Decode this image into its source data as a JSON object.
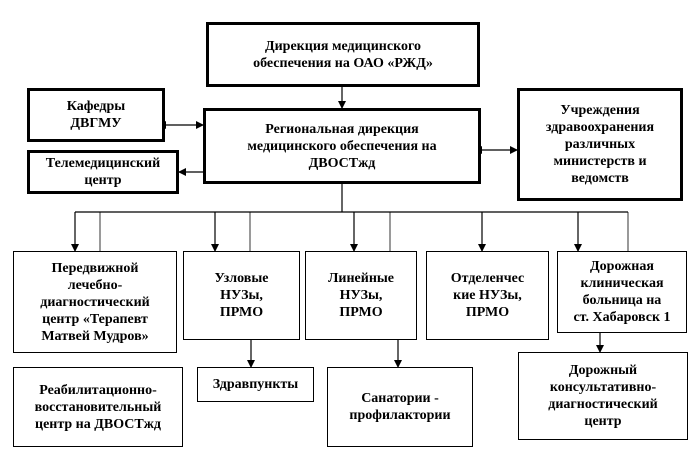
{
  "boxes": {
    "directorate": "Дирекция медицинского\nобеспечения на ОАО «РЖД»",
    "departments": "Кафедры\nДВГМУ",
    "telemedicine": "Телемедицинский\nцентр",
    "regional": "Региональная дирекция\nмедицинского обеспечения на\nДВОСТжд",
    "institutions": "Учреждения\nздравоохранения\nразличных\nминистерств и\nведомств",
    "mobile_center": "Передвижной\nлечебно-\nдиагностический\nцентр «Терапевт\nМатвей Мудров»",
    "nodal": "Узловые\nНУЗы,\nПРМО",
    "linear": "Линейные\nНУЗы,\nПРМО",
    "branch": "Отделенчес\nкие НУЗы,\nПРМО",
    "hospital": "Дорожная\nклиническая\nбольница на\nст. Хабаровск 1",
    "rehab": "Реабилитационно-\nвосстановительный\nцентр на ДВОСТжд",
    "health_posts": "Здравпункты",
    "sanatoria": "Санатории -\nпрофилактории",
    "consult_center": "Дорожный\nконсультативно-\nдиагностический\nцентр"
  }
}
